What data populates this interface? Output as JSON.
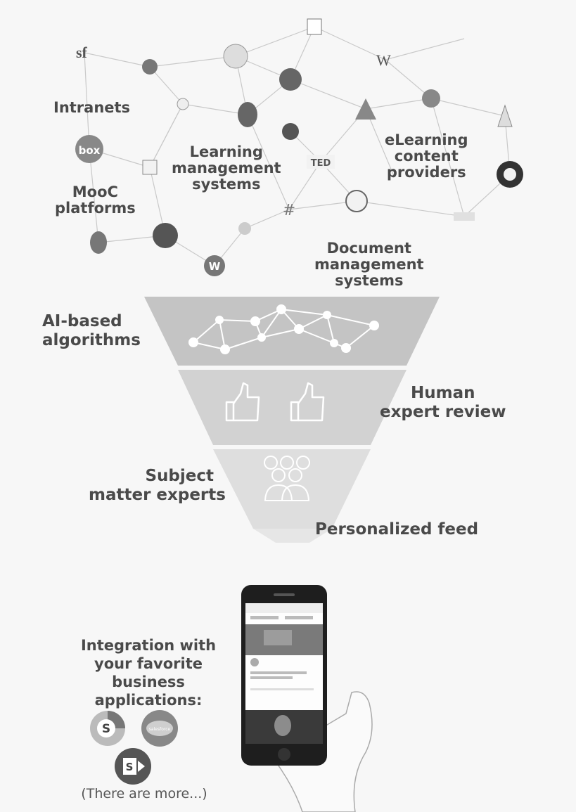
{
  "sources": {
    "labels": {
      "intranets": "Intranets",
      "lms": [
        "Learning",
        "management",
        "systems"
      ],
      "elearning": [
        "eLearning",
        "content",
        "providers"
      ],
      "mooc": [
        "MooC",
        "platforms"
      ],
      "docs": [
        "Document",
        "management",
        "systems"
      ]
    },
    "logos": [
      {
        "id": "sf",
        "text": "sf",
        "icon": "sf-logo-icon"
      },
      {
        "id": "box",
        "text": "box",
        "icon": "box-logo-icon"
      },
      {
        "id": "w",
        "text": "W",
        "icon": "w-logo-icon"
      },
      {
        "id": "ted",
        "text": "TED",
        "icon": "ted-logo-icon"
      },
      {
        "id": "wp",
        "text": "W",
        "icon": "wordpress-logo-icon"
      }
    ]
  },
  "funnel": {
    "stages": [
      {
        "label": [
          "AI-based",
          "algorithms"
        ],
        "icon": "network-graph-icon"
      },
      {
        "label": [
          "Human",
          "expert review"
        ],
        "icon": "thumbs-up-icon"
      },
      {
        "label": [
          "Subject",
          "matter experts"
        ],
        "icon": "people-group-icon"
      }
    ],
    "output": "Personalized feed",
    "colors": {
      "stage1": "#c4c4c4",
      "stage2": "#d2d2d2",
      "stage3": "#dedede",
      "tip": "#e6e6e6"
    }
  },
  "integration": {
    "title": [
      "Integration with",
      "your favorite",
      "business",
      "applications:"
    ],
    "apps": [
      {
        "text": "S",
        "icon": "sharepoint-s-icon"
      },
      {
        "text": "salesforce",
        "icon": "salesforce-cloud-icon"
      },
      {
        "text": "S",
        "icon": "sharepoint-logo-icon"
      }
    ],
    "more": "(There are more...)"
  }
}
